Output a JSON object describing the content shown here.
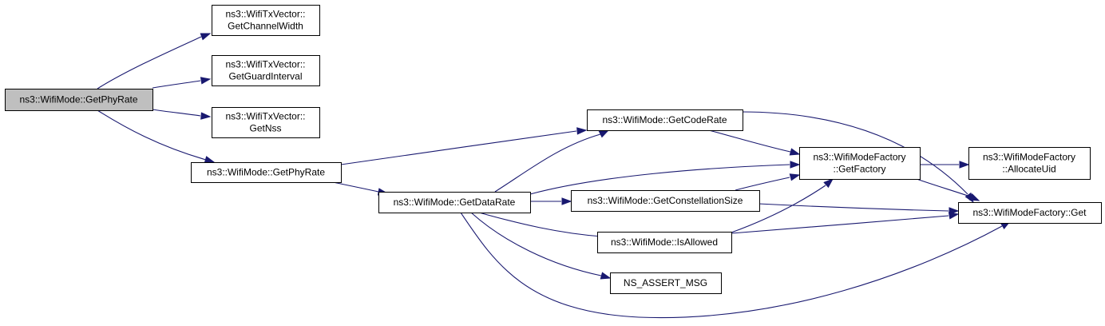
{
  "diagram": {
    "colors": {
      "node_fill": "#ffffff",
      "root_fill": "#bfbfbf",
      "edge": "#191970",
      "border": "#000000"
    },
    "nodes": [
      {
        "id": "root",
        "lines": [
          "ns3::WifiMode::GetPhyRate"
        ],
        "root": true
      },
      {
        "id": "txv_chw",
        "lines": [
          "ns3::WifiTxVector::",
          "GetChannelWidth"
        ]
      },
      {
        "id": "txv_gi",
        "lines": [
          "ns3::WifiTxVector::",
          "GetGuardInterval"
        ]
      },
      {
        "id": "txv_nss",
        "lines": [
          "ns3::WifiTxVector::",
          "GetNss"
        ]
      },
      {
        "id": "phyrate2",
        "lines": [
          "ns3::WifiMode::GetPhyRate"
        ]
      },
      {
        "id": "datarate",
        "lines": [
          "ns3::WifiMode::GetDataRate"
        ]
      },
      {
        "id": "coderate",
        "lines": [
          "ns3::WifiMode::GetCodeRate"
        ]
      },
      {
        "id": "constsize",
        "lines": [
          "ns3::WifiMode::GetConstellationSize"
        ]
      },
      {
        "id": "isallowed",
        "lines": [
          "ns3::WifiMode::IsAllowed"
        ]
      },
      {
        "id": "assert",
        "lines": [
          "NS_ASSERT_MSG"
        ]
      },
      {
        "id": "getfactory",
        "lines": [
          "ns3::WifiModeFactory",
          "::GetFactory"
        ]
      },
      {
        "id": "allocuid",
        "lines": [
          "ns3::WifiModeFactory",
          "::AllocateUid"
        ]
      },
      {
        "id": "factget",
        "lines": [
          "ns3::WifiModeFactory::Get"
        ]
      }
    ],
    "edges": [
      {
        "from": "root",
        "to": "txv_chw"
      },
      {
        "from": "root",
        "to": "txv_gi"
      },
      {
        "from": "root",
        "to": "txv_nss"
      },
      {
        "from": "root",
        "to": "phyrate2"
      },
      {
        "from": "phyrate2",
        "to": "coderate"
      },
      {
        "from": "phyrate2",
        "to": "datarate"
      },
      {
        "from": "datarate",
        "to": "coderate"
      },
      {
        "from": "datarate",
        "to": "getfactory"
      },
      {
        "from": "datarate",
        "to": "constsize"
      },
      {
        "from": "datarate",
        "to": "isallowed"
      },
      {
        "from": "datarate",
        "to": "assert"
      },
      {
        "from": "datarate",
        "to": "factget"
      },
      {
        "from": "coderate",
        "to": "getfactory"
      },
      {
        "from": "coderate",
        "to": "factget"
      },
      {
        "from": "constsize",
        "to": "getfactory"
      },
      {
        "from": "constsize",
        "to": "factget"
      },
      {
        "from": "isallowed",
        "to": "getfactory"
      },
      {
        "from": "isallowed",
        "to": "factget"
      },
      {
        "from": "getfactory",
        "to": "allocuid"
      },
      {
        "from": "getfactory",
        "to": "factget"
      }
    ]
  }
}
